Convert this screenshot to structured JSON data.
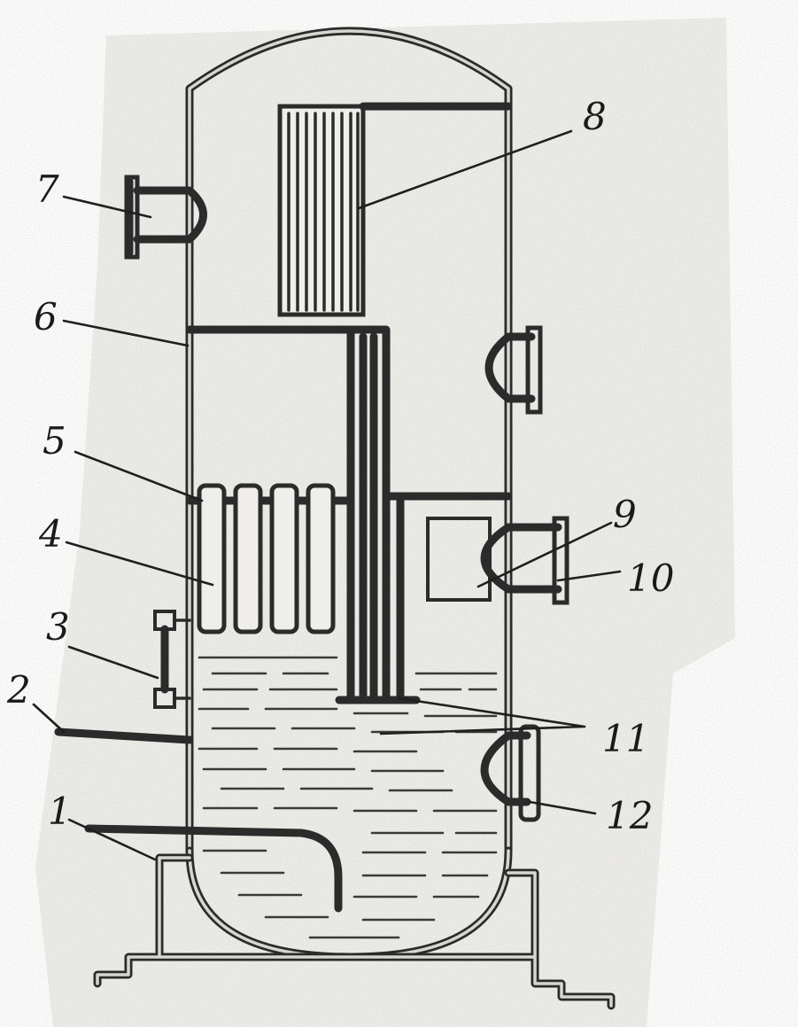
{
  "diagram": {
    "callouts": [
      {
        "id": "1",
        "label": "1"
      },
      {
        "id": "2",
        "label": "2"
      },
      {
        "id": "3",
        "label": "3"
      },
      {
        "id": "4",
        "label": "4"
      },
      {
        "id": "5",
        "label": "5"
      },
      {
        "id": "6",
        "label": "6"
      },
      {
        "id": "7",
        "label": "7"
      },
      {
        "id": "8",
        "label": "8"
      },
      {
        "id": "9",
        "label": "9"
      },
      {
        "id": "10",
        "label": "10"
      },
      {
        "id": "11",
        "label": "11"
      },
      {
        "id": "12",
        "label": "12"
      }
    ],
    "colors": {
      "background": "#ffffff",
      "paper_tint": "#efeeea",
      "line": "#2b2b2b",
      "line_highlight": "#d8d6d0",
      "label": "#1a1a1a"
    }
  }
}
